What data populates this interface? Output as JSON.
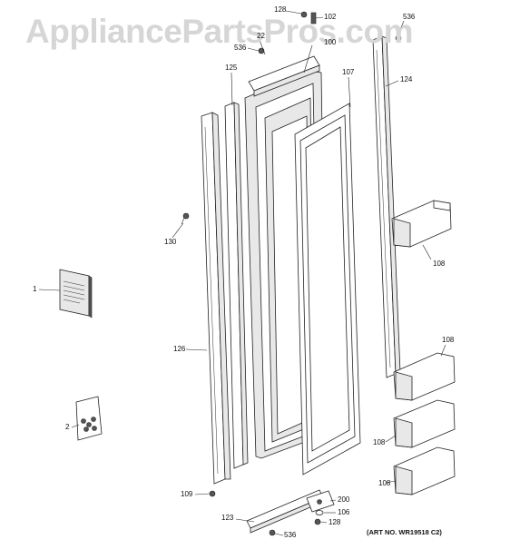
{
  "watermark": "AppliancePartsPros.com",
  "art_number": "(ART NO. WR19518 C2)",
  "parts": [
    {
      "id": "128-top",
      "label": "128"
    },
    {
      "id": "102",
      "label": "102"
    },
    {
      "id": "536-top-right",
      "label": "536"
    },
    {
      "id": "22",
      "label": "22"
    },
    {
      "id": "536-top-left",
      "label": "536"
    },
    {
      "id": "100",
      "label": "100"
    },
    {
      "id": "125",
      "label": "125"
    },
    {
      "id": "107",
      "label": "107"
    },
    {
      "id": "124",
      "label": "124"
    },
    {
      "id": "130",
      "label": "130"
    },
    {
      "id": "108-a",
      "label": "108"
    },
    {
      "id": "1",
      "label": "1"
    },
    {
      "id": "126",
      "label": "126"
    },
    {
      "id": "108-b",
      "label": "108"
    },
    {
      "id": "2",
      "label": "2"
    },
    {
      "id": "108-c",
      "label": "108"
    },
    {
      "id": "108-d",
      "label": "108"
    },
    {
      "id": "109",
      "label": "109"
    },
    {
      "id": "200",
      "label": "200"
    },
    {
      "id": "106",
      "label": "106"
    },
    {
      "id": "123",
      "label": "123"
    },
    {
      "id": "128-bottom",
      "label": "128"
    },
    {
      "id": "536-bottom",
      "label": "536"
    }
  ]
}
